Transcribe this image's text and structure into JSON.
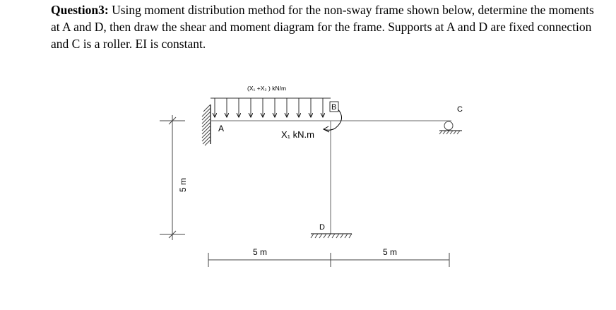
{
  "question": {
    "label": "Question3:",
    "text": " Using moment distribution method for the non-sway frame shown below, determine the moments at A and D, then draw the shear and moment diagram for the frame. Supports at A and D are fixed connection and C is a roller. EI is constant."
  },
  "diagram": {
    "load_label": "(X₁ +X₂ ) kN/m",
    "moment_label": "X₁ kN.m",
    "nodes": {
      "a": "A",
      "b": "B",
      "c": "C",
      "d": "D"
    },
    "dims": {
      "height": "5 m",
      "span_ab": "5 m",
      "span_bc": "5 m"
    }
  }
}
